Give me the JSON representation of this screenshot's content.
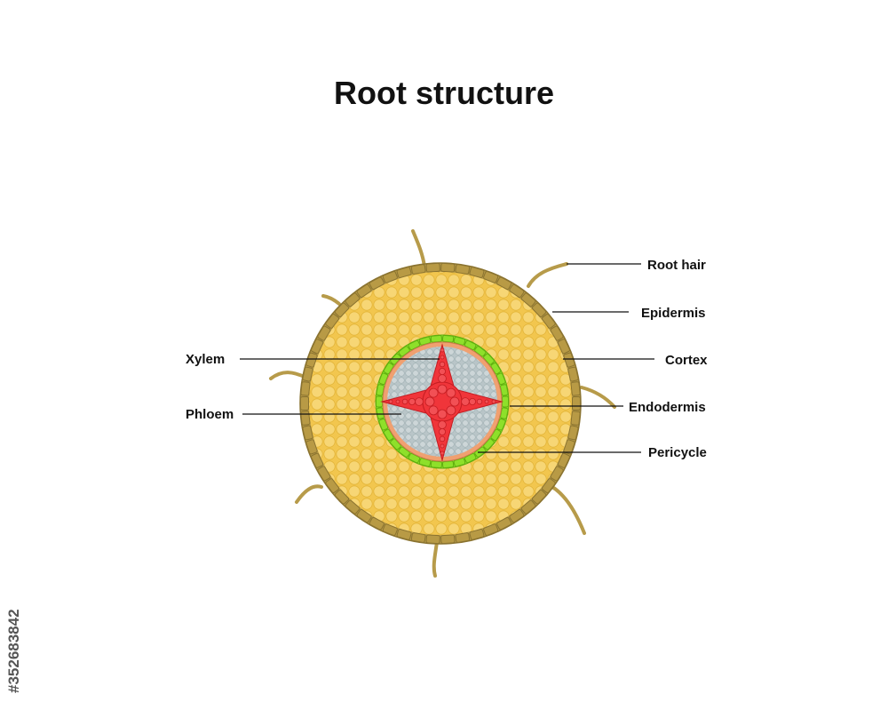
{
  "title": "Root structure",
  "labels": {
    "root_hair": "Root hair",
    "epidermis": "Epidermis",
    "cortex": "Cortex",
    "endodermis": "Endodermis",
    "pericycle": "Pericycle",
    "xylem": "Xylem",
    "phloem": "Phloem"
  },
  "watermark_id": "#352683842",
  "colors": {
    "epidermis": "#b89a45",
    "epidermis_stroke": "#8a7330",
    "cortex": "#f2c64e",
    "cortex_cell": "#f7d675",
    "endodermis": "#8ee02a",
    "pericycle": "#f0a070",
    "phloem_area": "#bcc7c9",
    "xylem": "#f0353a",
    "root_hair": "#b79b4a"
  }
}
